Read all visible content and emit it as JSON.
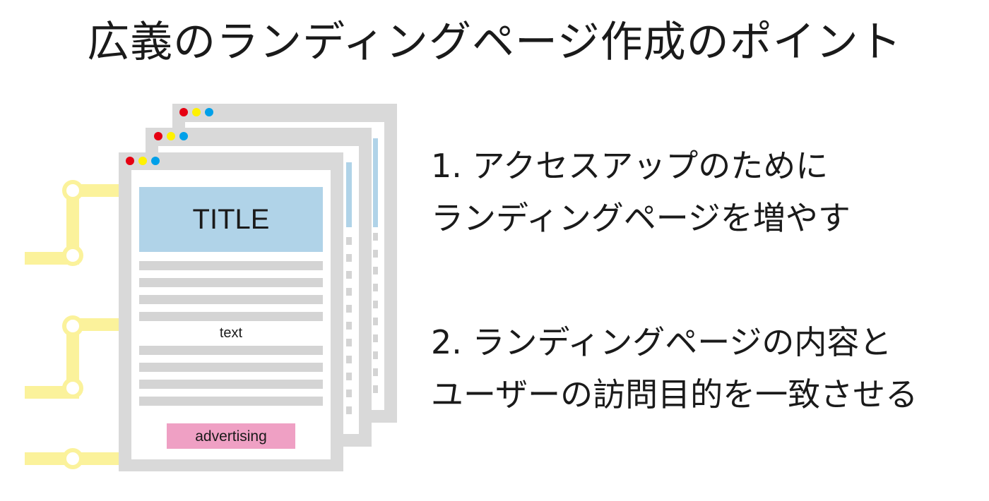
{
  "title": "広義のランディングページ作成のポイント",
  "mockup": {
    "title_block": "TITLE",
    "text_label": "text",
    "ad_label": "advertising"
  },
  "colors": {
    "window_frame": "#d9d9d9",
    "title_block": "#b0d3e8",
    "text_lines": "#d4d4d4",
    "ad_block": "#efa0c4",
    "connector": "#fbf29b",
    "dot_red": "#e60012",
    "dot_yellow": "#fff100",
    "dot_blue": "#00a0e9"
  },
  "points": [
    {
      "line1": "1. アクセスアップのために",
      "line2": "ランディングページを増やす"
    },
    {
      "line1": "2. ランディングページの内容と",
      "line2": "ユーザーの訪問目的を一致させる"
    }
  ]
}
